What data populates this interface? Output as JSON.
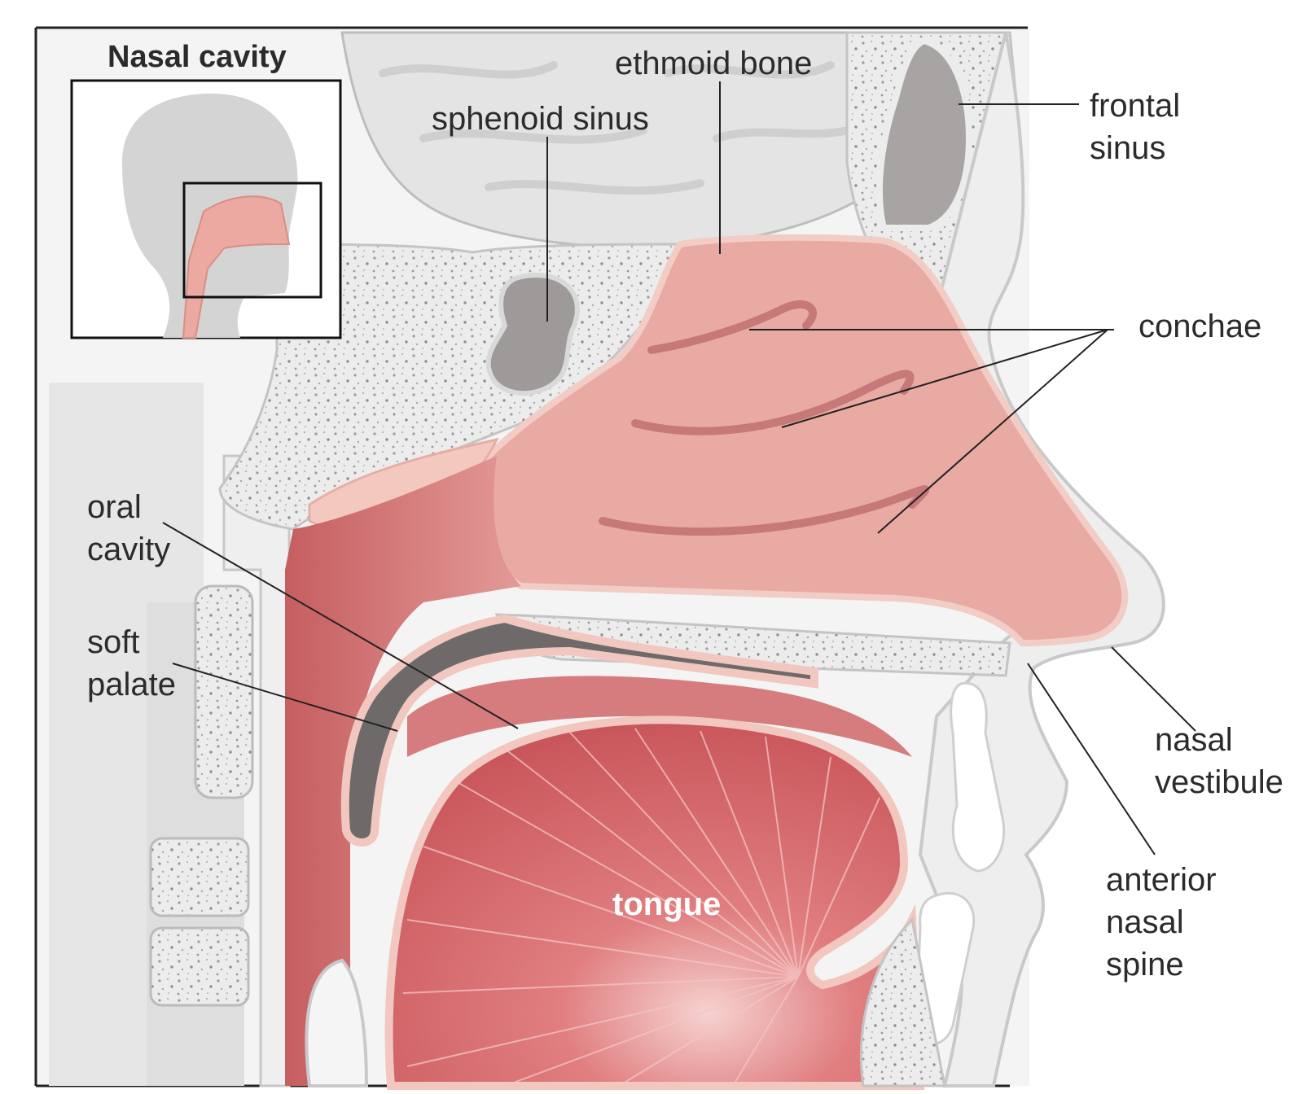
{
  "inset": {
    "title": "Nasal cavity"
  },
  "labels": {
    "ethmoid_bone": "ethmoid bone",
    "sphenoid_sinus": "sphenoid sinus",
    "frontal_sinus": "frontal\nsinus",
    "conchae": "conchae",
    "oral_cavity": "oral\ncavity",
    "soft_palate": "soft\npalate",
    "nasal_vestibule": "nasal\nvestibule",
    "anterior_nasal_spine": "anterior\nnasal\nspine",
    "tongue": "tongue"
  },
  "colors": {
    "bone": "#ececec",
    "bone_dark": "#d6d6d6",
    "mucosa": "#e8a9a3",
    "mucosa_light": "#f2c7c0",
    "cavity": "#c96a69",
    "tongue": "#d9676a",
    "sinus": "#9a9595",
    "line": "#222222"
  }
}
